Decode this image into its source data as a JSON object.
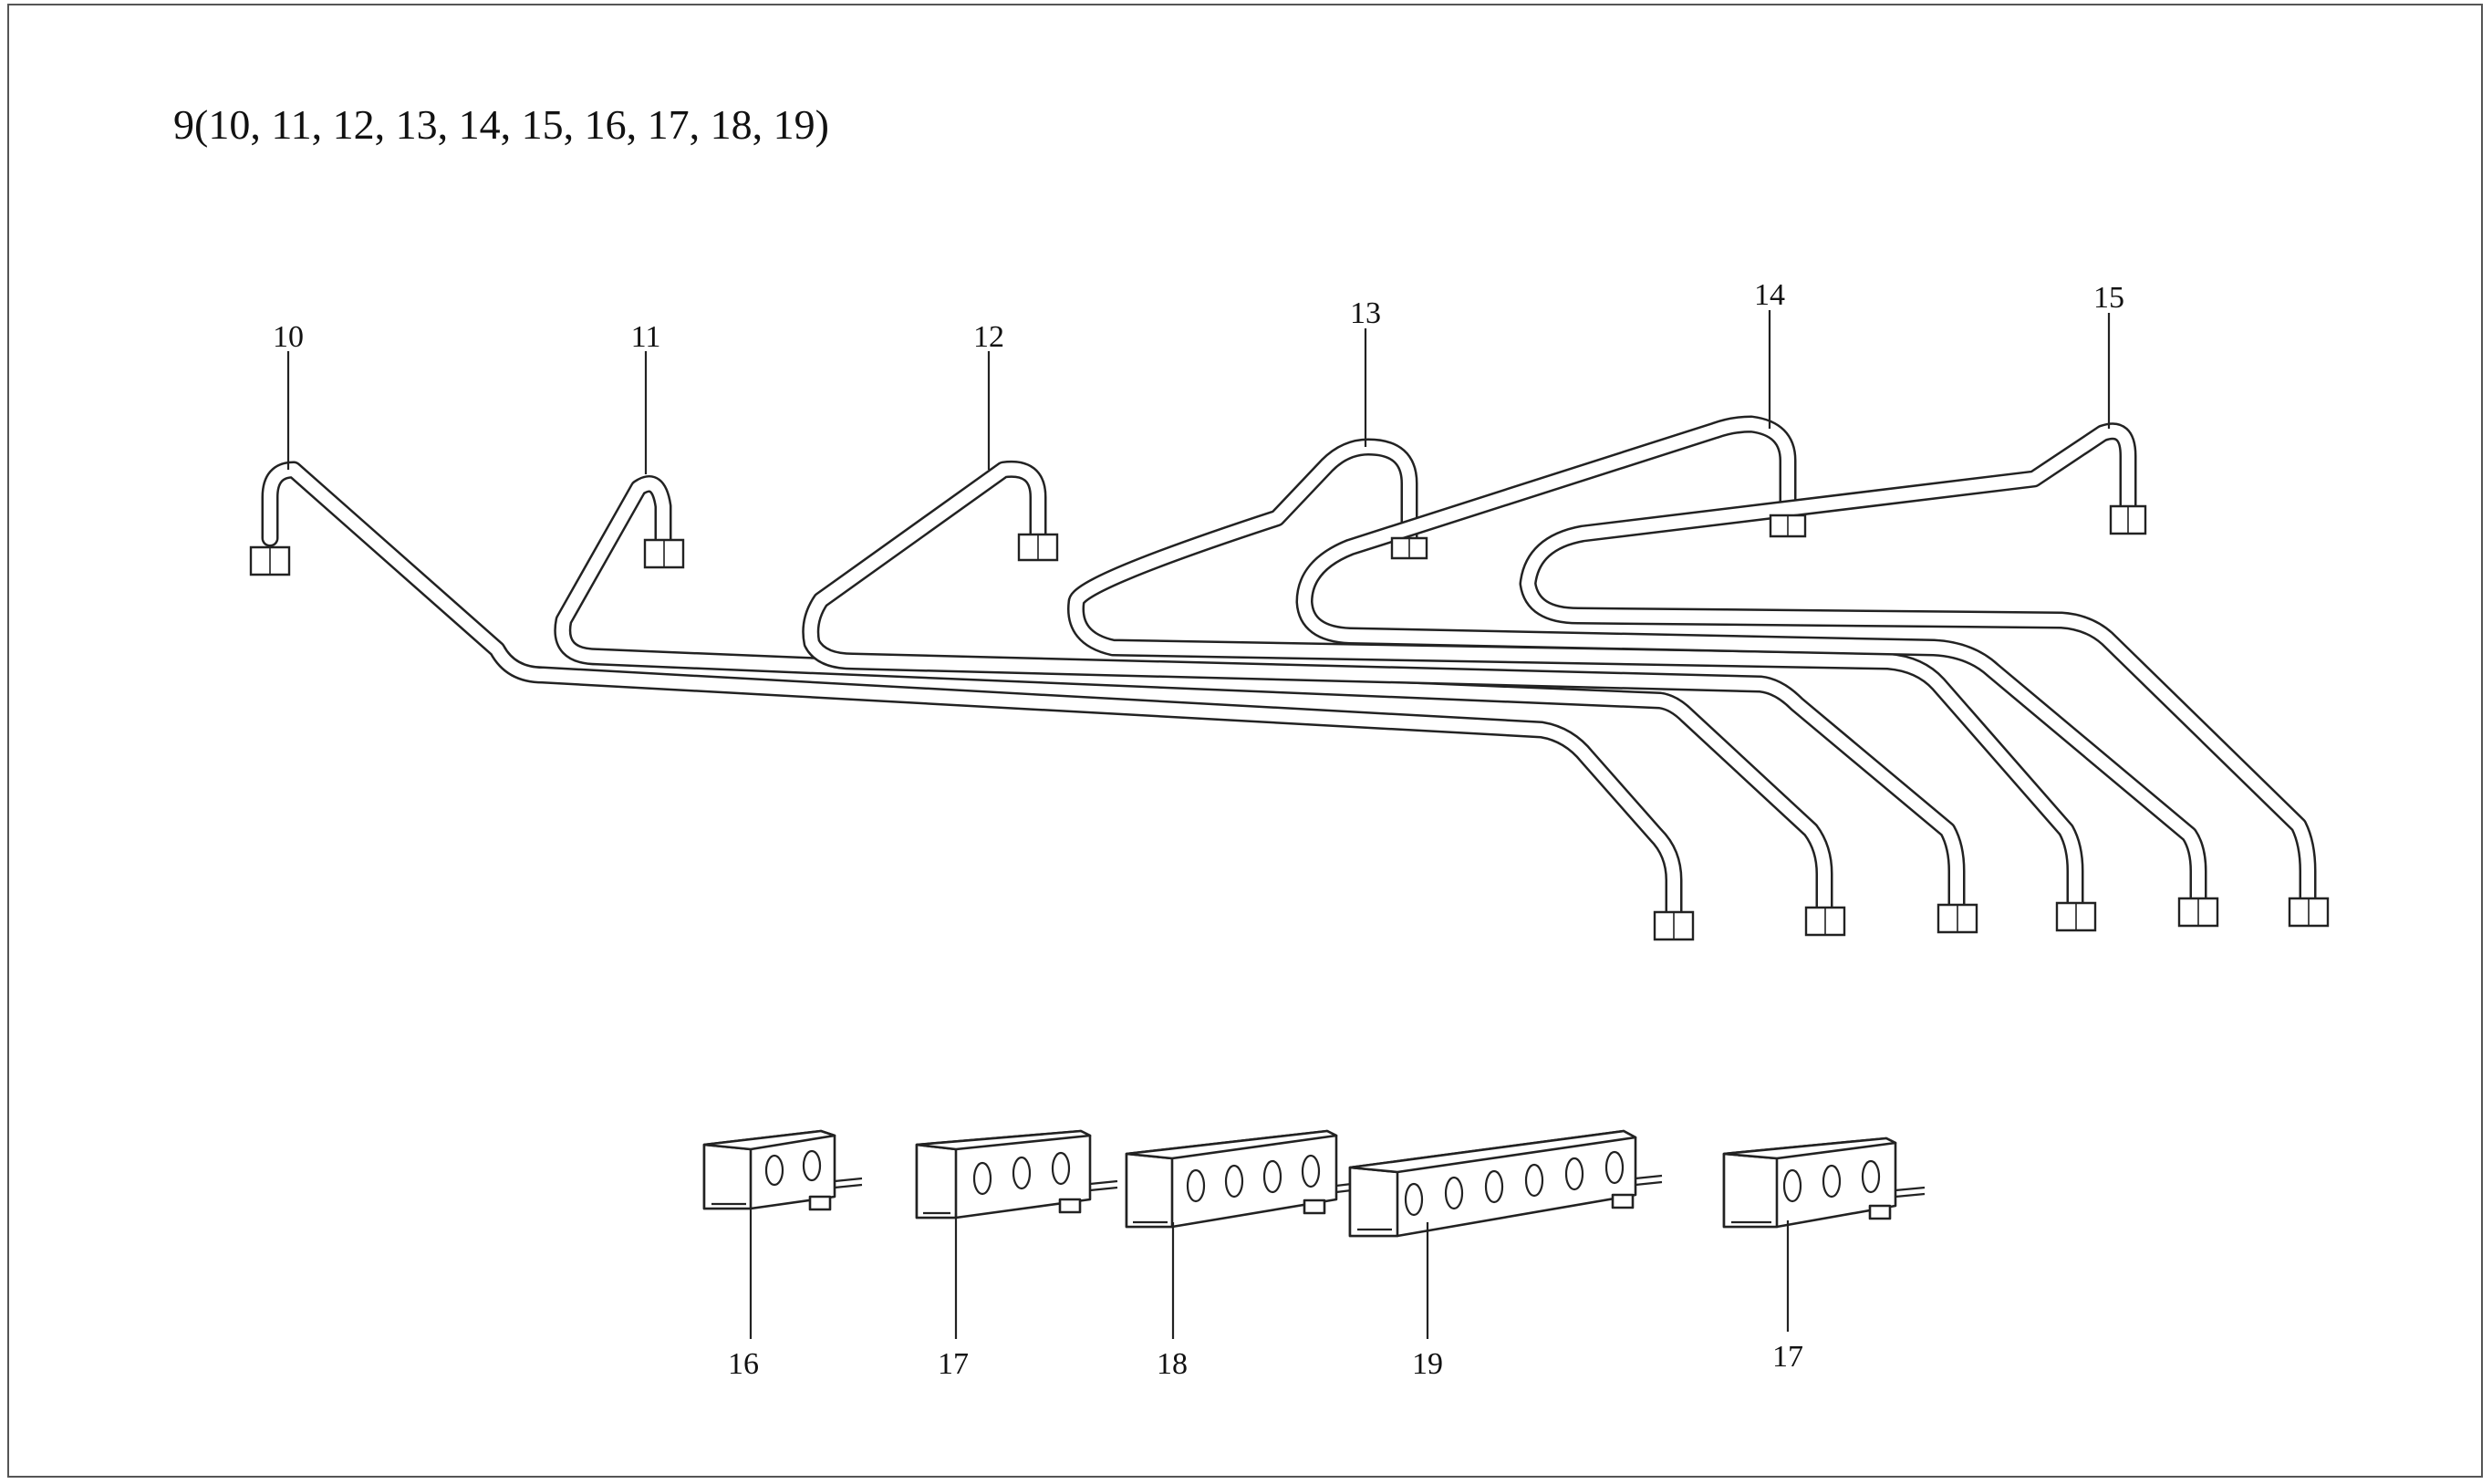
{
  "title": "9(10, 11, 12, 13, 14, 15, 16, 17, 18, 19)",
  "pipe_labels": [
    "10",
    "11",
    "12",
    "13",
    "14",
    "15"
  ],
  "block_labels": [
    "16",
    "17",
    "18",
    "19",
    "17"
  ],
  "colors": {
    "line": "#222222",
    "background": "#ffffff",
    "frame": "#555555"
  }
}
